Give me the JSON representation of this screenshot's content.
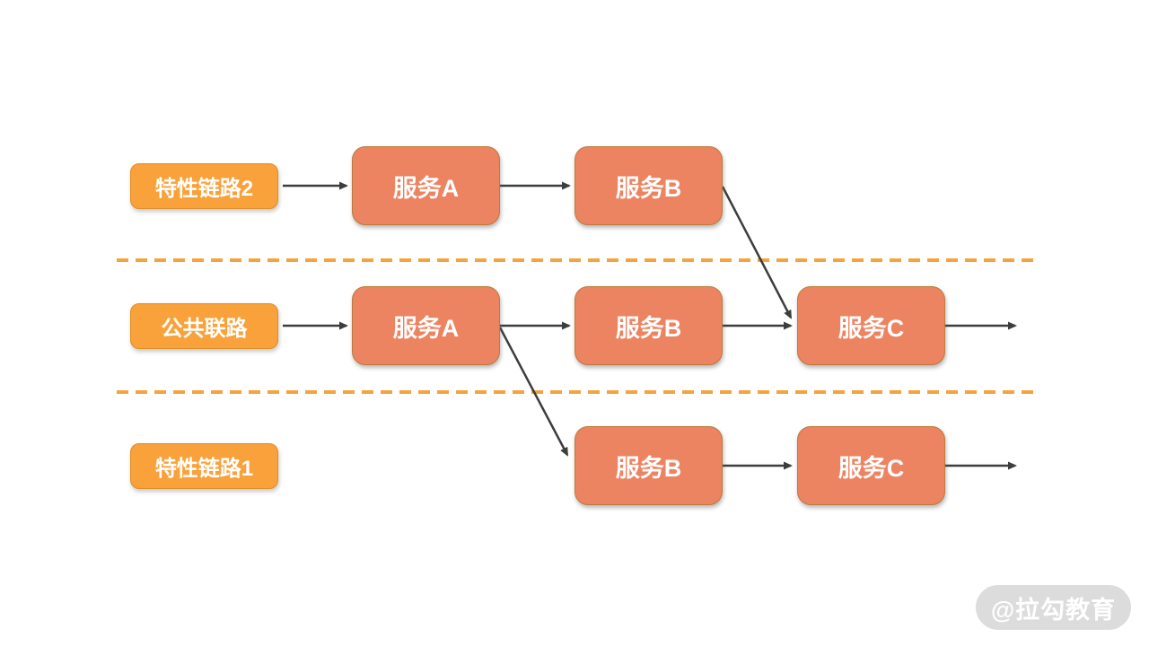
{
  "diagram_type": "service-link flow diagram with three horizontal lanes",
  "lanes": [
    {
      "name": "特性链路2",
      "services": [
        "服务A",
        "服务B"
      ]
    },
    {
      "name": "公共联路",
      "services": [
        "服务A",
        "服务B",
        "服务C"
      ]
    },
    {
      "name": "特性链路1",
      "services": [
        "服务B",
        "服务C"
      ]
    }
  ],
  "edges": [
    {
      "from": "特性链路2",
      "to": "lane1.服务A",
      "style": "horizontal-arrow"
    },
    {
      "from": "lane1.服务A",
      "to": "lane1.服务B",
      "style": "horizontal-arrow"
    },
    {
      "from": "lane1.服务B",
      "to": "lane2.服务C",
      "style": "diagonal-arrow"
    },
    {
      "from": "公共联路",
      "to": "lane2.服务A",
      "style": "horizontal-arrow"
    },
    {
      "from": "lane2.服务A",
      "to": "lane2.服务B",
      "style": "horizontal-arrow"
    },
    {
      "from": "lane2.服务A",
      "to": "lane3.服务B",
      "style": "diagonal-arrow"
    },
    {
      "from": "lane2.服务B",
      "to": "lane2.服务C",
      "style": "horizontal-arrow"
    },
    {
      "from": "lane2.服务C",
      "to": "exit-right",
      "style": "horizontal-arrow"
    },
    {
      "from": "lane3.服务B",
      "to": "lane3.服务C",
      "style": "horizontal-arrow"
    },
    {
      "from": "lane3.服务C",
      "to": "exit-right",
      "style": "horizontal-arrow"
    }
  ],
  "dividers": {
    "count": 2,
    "style": "orange-dashed",
    "color": "#F5A33C"
  },
  "colors": {
    "lane_label_fill": "#F9A13A",
    "lane_label_border": "#E08E24",
    "service_fill": "#EC8361",
    "service_border": "#BA7B3C",
    "arrow": "#3D3D3D",
    "divider": "#F5A33C",
    "watermark_bg": "#DCDCDC",
    "watermark_text": "#FFFFFF",
    "background": "#FFFFFF"
  },
  "watermark": {
    "text": "@拉勾教育"
  }
}
